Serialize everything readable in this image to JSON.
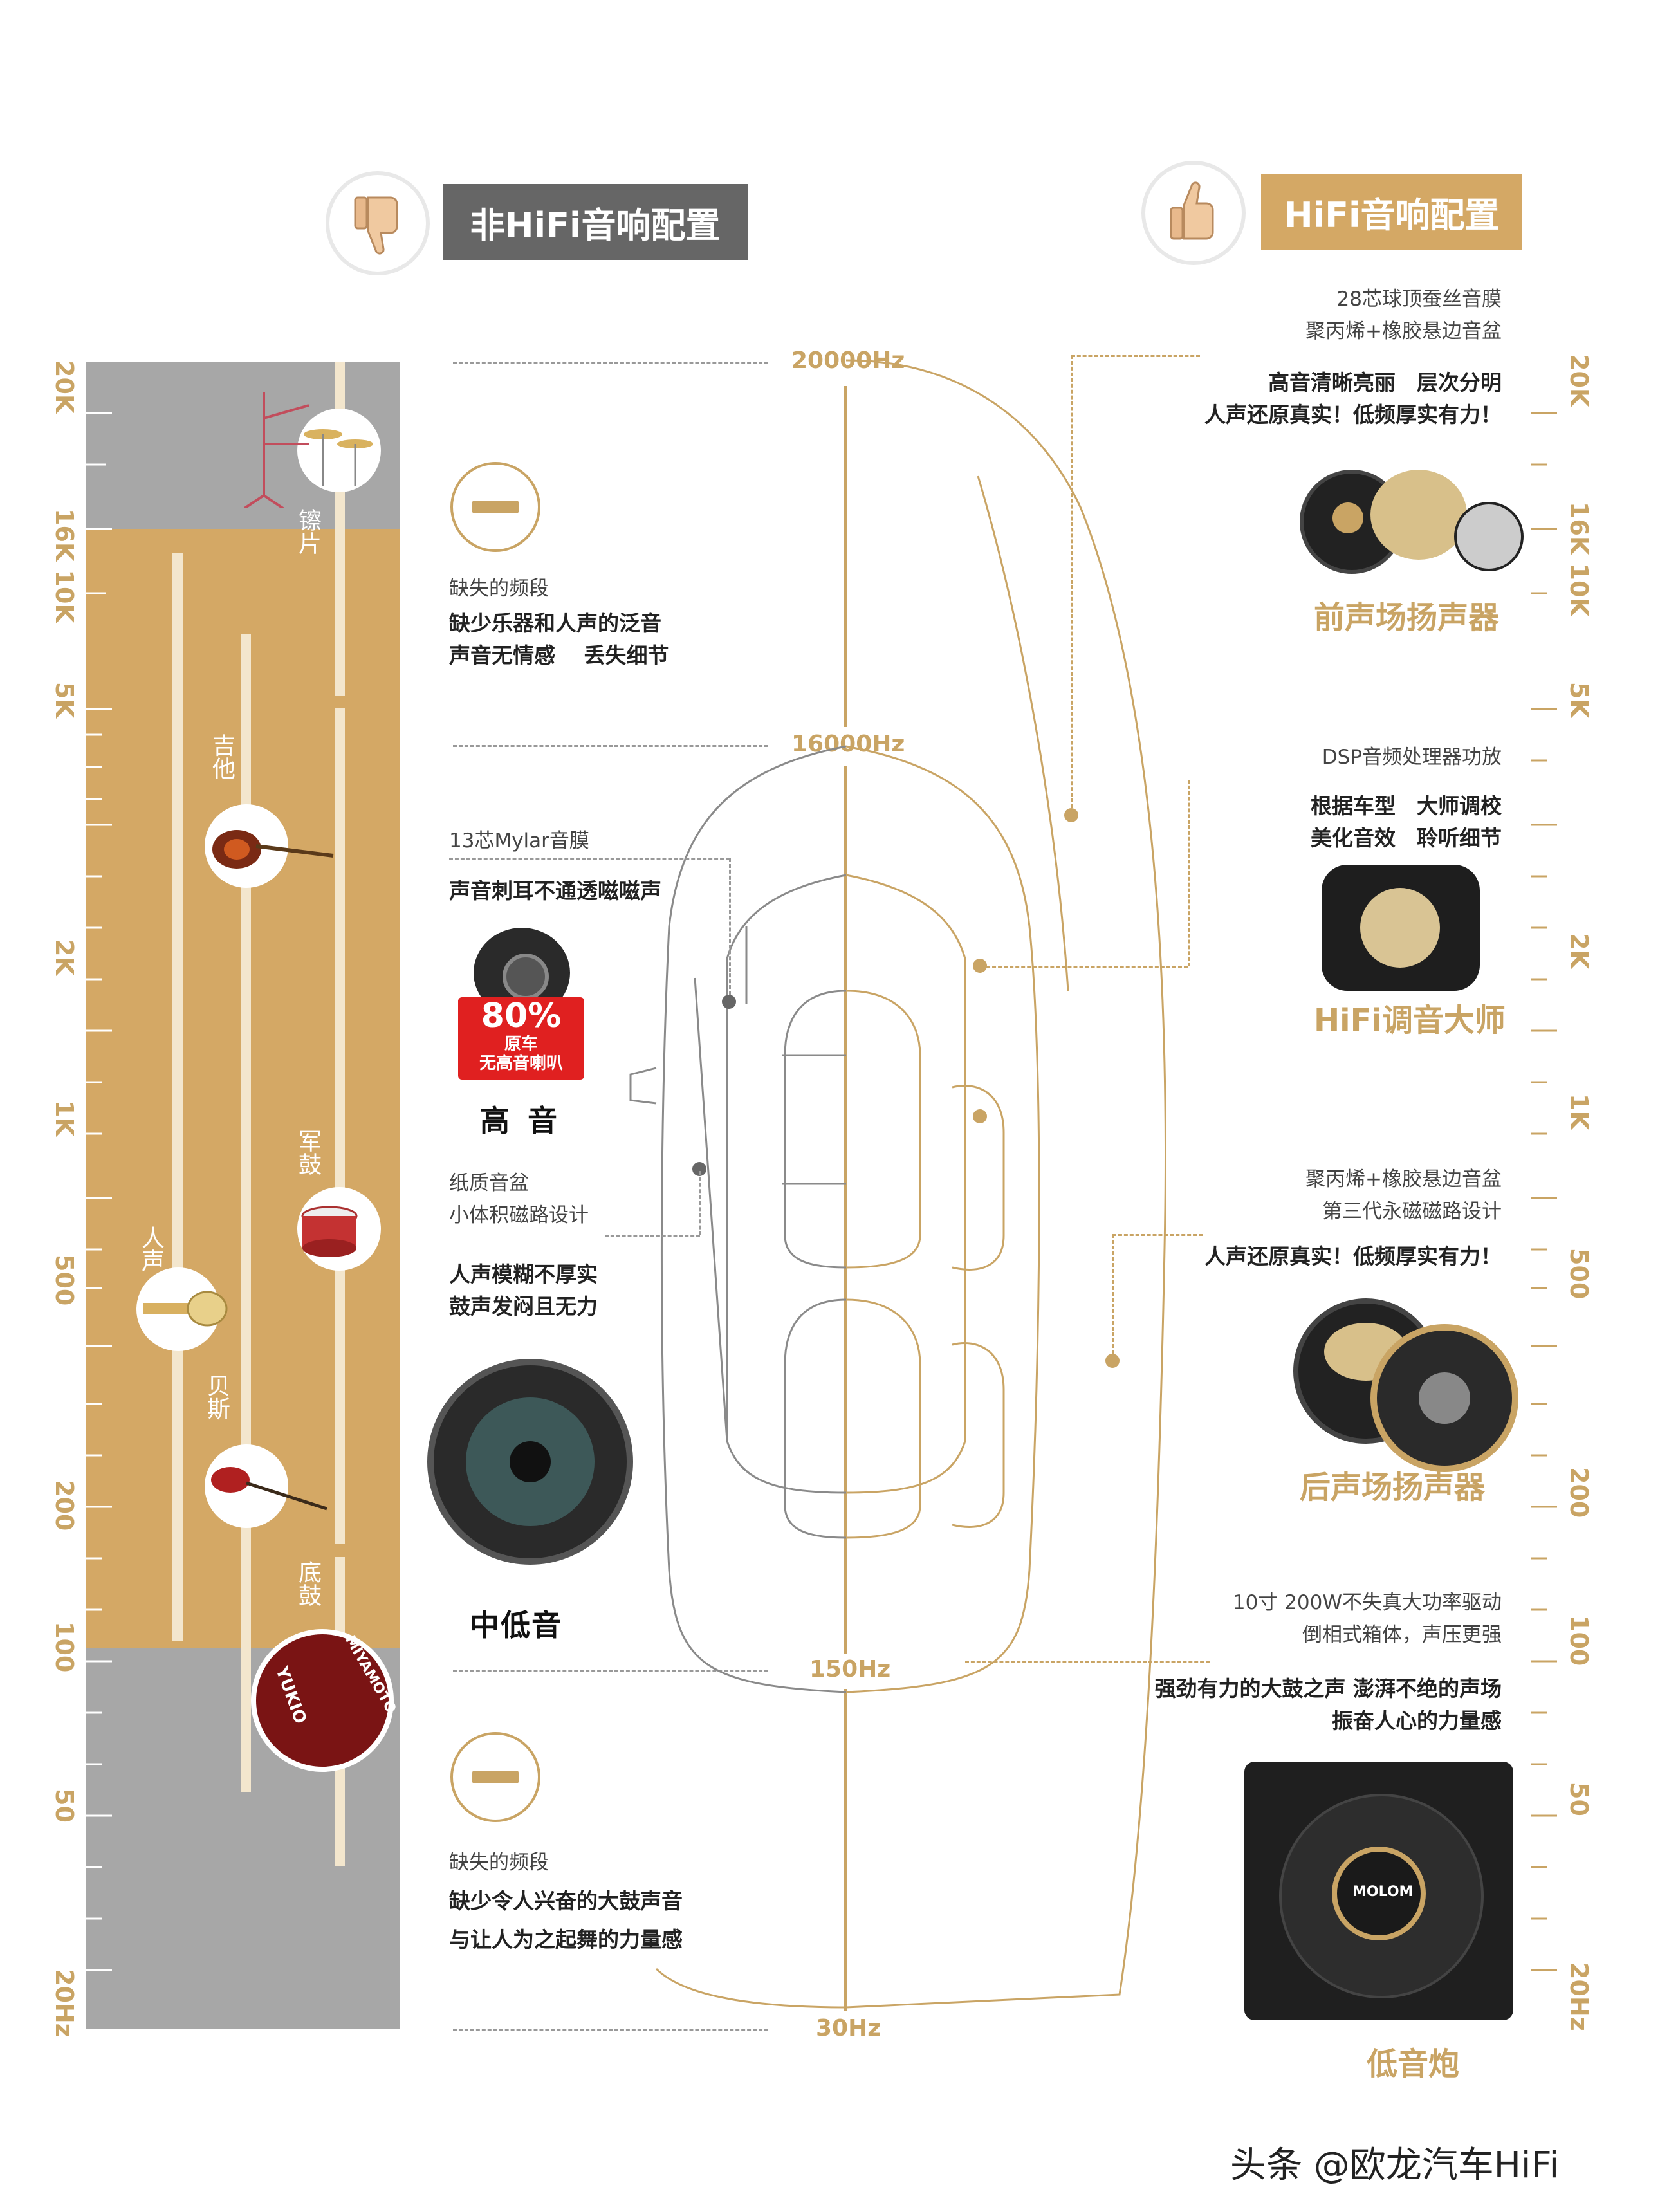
{
  "header": {
    "left_title": "非HiFi音响配置",
    "right_title": "HiFi音响配置",
    "left_icon": "thumbs-down-icon",
    "right_icon": "thumbs-up-icon"
  },
  "colors": {
    "gold": "#c9a464",
    "band_gold": "#d4a865",
    "gray": "#a7a7a7",
    "dark_box": "#666666",
    "red_badge": "#e02020"
  },
  "left_scale": [
    "20K",
    "16K 10K",
    "5K",
    "2K",
    "1K",
    "500",
    "200",
    "100",
    "50",
    "20Hz"
  ],
  "right_scale": [
    "20K",
    "16K 10K",
    "5K",
    "2K",
    "1K",
    "500",
    "200",
    "100",
    "50",
    "20Hz"
  ],
  "instruments": {
    "cymbal": "镲片",
    "guitar": "吉他",
    "snare": "军鼓",
    "vocal": "人声",
    "bass": "贝斯",
    "kick": "底鼓",
    "kick_drum_text_1": "MIYAMOTO",
    "kick_drum_text_2": "YUKIO"
  },
  "frequencies": {
    "f1": "20000Hz",
    "f2": "16000Hz",
    "f3": "150Hz",
    "f4": "30Hz"
  },
  "left_sections": {
    "missing_high": {
      "label": "缺失的频段",
      "line1": "缺少乐器和人声的泛音",
      "line2": "声音无情感　 丢失细节"
    },
    "tweeter": {
      "spec": "13芯Mylar音膜",
      "desc": "声音刺耳不通透嗞嗞声",
      "badge_pct": "80%",
      "badge_line1": "原车",
      "badge_line2": "无高音喇叭",
      "title": "高 音"
    },
    "midbass": {
      "spec1": "纸质音盆",
      "spec2": "小体积磁路设计",
      "desc1": "人声模糊不厚实",
      "desc2": "鼓声发闷且无力",
      "title": "中低音"
    },
    "missing_low": {
      "label": "缺失的频段",
      "line1": "缺少令人兴奋的大鼓声音",
      "line2": "与让人为之起舞的力量感"
    }
  },
  "right_sections": {
    "front": {
      "spec1": "28芯球顶蚕丝音膜",
      "spec2": "聚丙烯+橡胶悬边音盆",
      "desc1": "高音清晰亮丽　层次分明",
      "desc2": "人声还原真实！低频厚实有力！",
      "title": "前声场扬声器"
    },
    "dsp": {
      "spec": "DSP音频处理器功放",
      "desc1": "根据车型　大师调校",
      "desc2": "美化音效　聆听细节",
      "title": "HiFi调音大师"
    },
    "rear": {
      "spec1": "聚丙烯+橡胶悬边音盆",
      "spec2": "第三代永磁磁路设计",
      "desc": "人声还原真实！低频厚实有力！",
      "title": "后声场扬声器"
    },
    "sub": {
      "spec1": "10寸 200W不失真大功率驱动",
      "spec2": "倒相式箱体，声压更强",
      "desc1": "强劲有力的大鼓之声 澎湃不绝的声场",
      "desc2": "振奋人心的力量感",
      "brand": "MOLOM",
      "title": "低音炮"
    }
  },
  "watermark": "头条 @欧龙汽车HiFi"
}
